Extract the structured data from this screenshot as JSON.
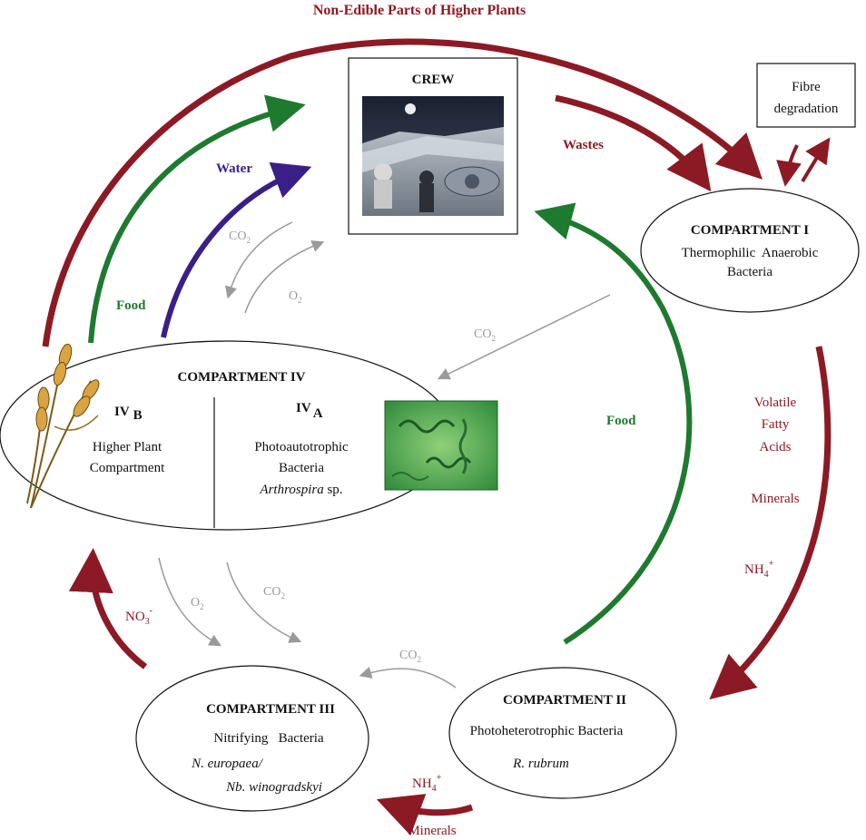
{
  "title": "Non-Edible Parts of Higher Plants",
  "crew": {
    "label": "CREW"
  },
  "fibre_box": {
    "line1": "Fibre",
    "line2": "degradation"
  },
  "compartment_1": {
    "title": "COMPARTMENT I",
    "line1": "Thermophilic  Anaerobic",
    "line2": "Bacteria"
  },
  "compartment_2": {
    "title": "COMPARTMENT II",
    "line1": "Photoheterotrophic Bacteria",
    "organism": "R. rubrum"
  },
  "compartment_3": {
    "title": "COMPARTMENT III",
    "line1": "Nitrifying   Bacteria",
    "organism1": "N. europaea/",
    "organism2": "Nb. winogradskyi"
  },
  "compartment_4": {
    "title": "COMPARTMENT IV",
    "b_label": "IV",
    "b_sub": "B",
    "b_line1": "Higher Plant",
    "b_line2": "Compartment",
    "a_label": "IV",
    "a_sub": "A",
    "a_line1": "Photoautotrophic",
    "a_line2": "Bacteria",
    "a_organism": "Arthrospira",
    "a_organism_suffix": " sp."
  },
  "flows": {
    "wastes": "Wastes",
    "water": "Water",
    "food_left": "Food",
    "food_right": "Food",
    "vfa1": "Volatile",
    "vfa2": "Fatty",
    "vfa3": "Acids",
    "minerals_right": "Minerals",
    "nh4_right": "NH",
    "nh4_right_sub": "4",
    "nh4_right_sup": "+",
    "nh4_bottom": "NH",
    "nh4_bottom_sub": "4",
    "nh4_bottom_sup": "+",
    "minerals_bottom": "Minerals",
    "no3": "NO",
    "no3_sub": "3",
    "no3_sup": "-",
    "co2": "CO",
    "co2_sub": "2",
    "o2": "O",
    "o2_sub": "2"
  },
  "colors": {
    "dark_red": "#8b1a24",
    "green": "#1e7a2e",
    "purple": "#3a1f86",
    "grey": "#9a9a9a"
  }
}
